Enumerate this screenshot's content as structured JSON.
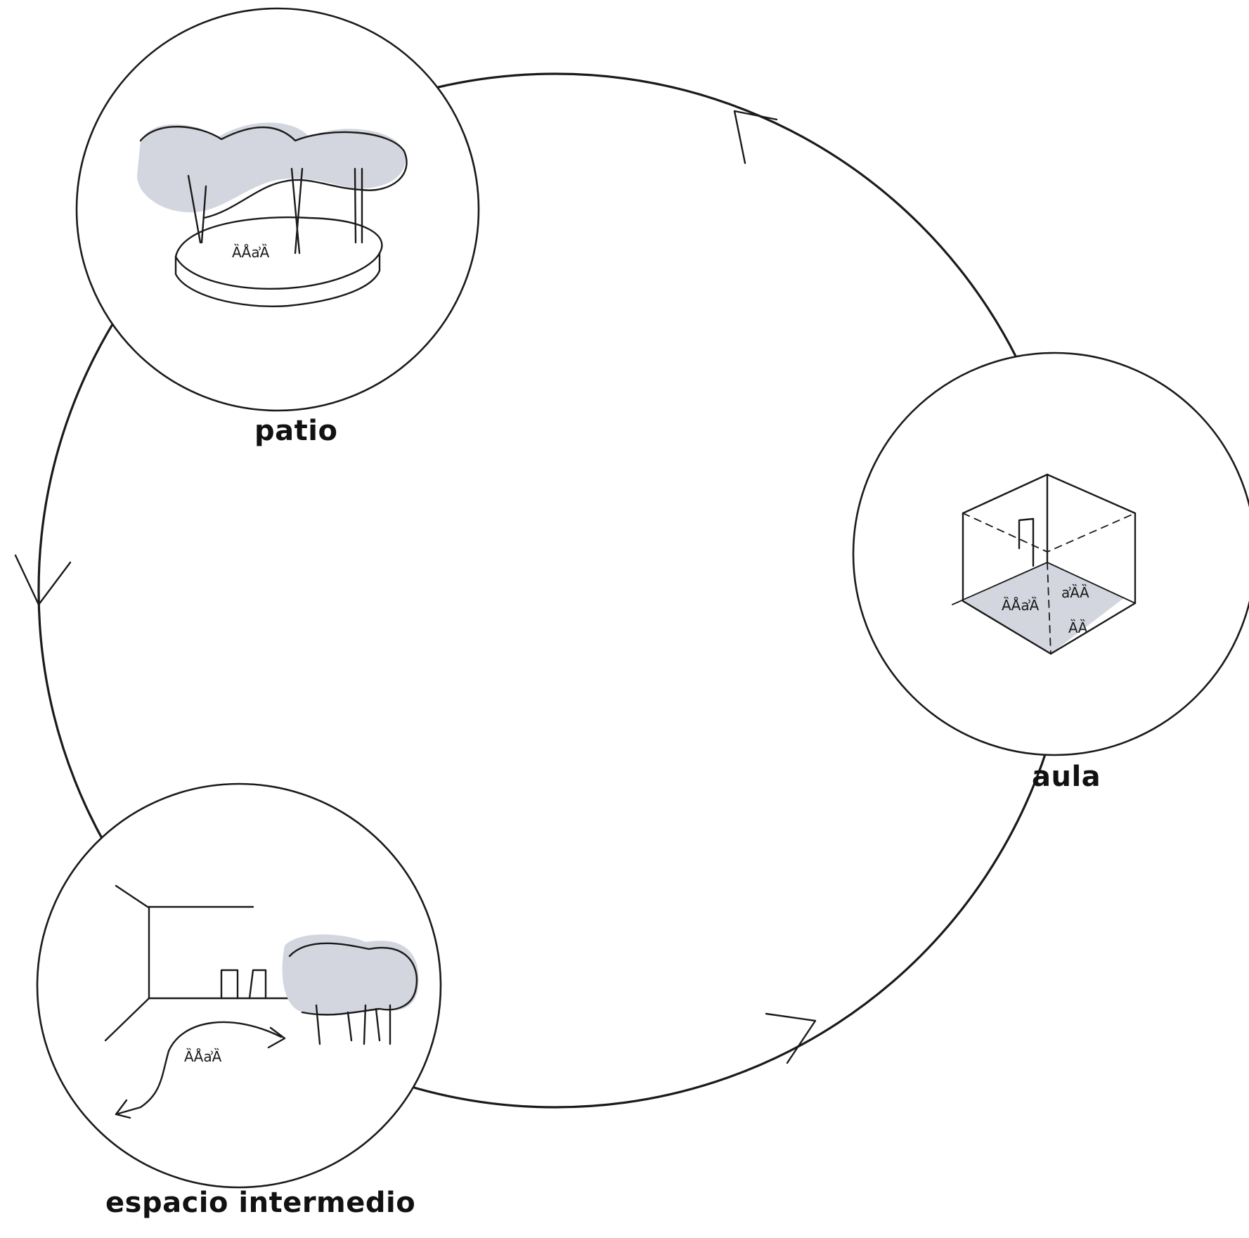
{
  "title": "",
  "nodes": [
    {
      "id": "patio",
      "label": "patio",
      "people_glyph": "ȀÅẚȀ"
    },
    {
      "id": "aula",
      "label": "aula",
      "people_glyph": "ȀÅẚȀ"
    },
    {
      "id": "espacio",
      "label": "espacio intermedio",
      "people_glyph": "ȀÅẚȀ"
    }
  ],
  "cycle": {
    "direction": "counterclockwise",
    "sequence": [
      "patio",
      "espacio intermedio",
      "aula",
      "patio"
    ]
  },
  "colors": {
    "line": "#1a1a1a",
    "tint": "#d3d6de",
    "background": "#ffffff"
  }
}
